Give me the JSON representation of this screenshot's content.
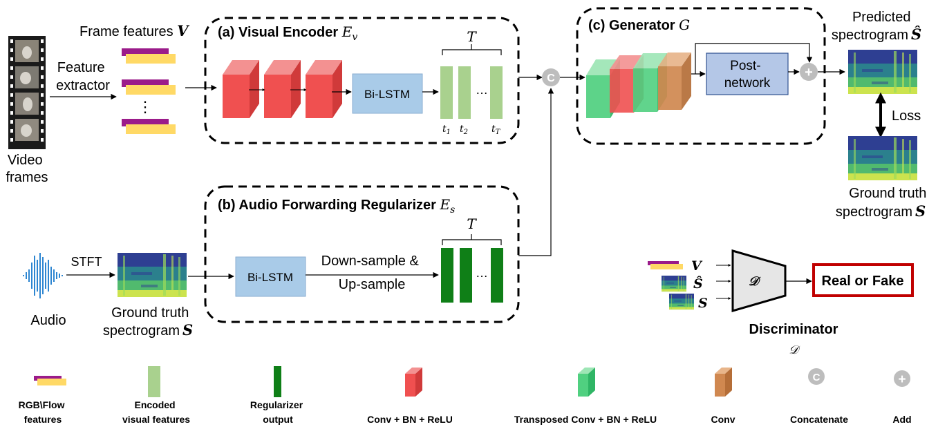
{
  "inputs": {
    "video_frames": [
      "Video",
      "frames"
    ],
    "feature_extractor": [
      "Feature",
      "extractor"
    ],
    "frame_features": "Frame features",
    "frame_features_sym": "V",
    "dots": "⋮",
    "audio": "Audio",
    "stft": "STFT",
    "gt_spec_left": [
      "Ground truth",
      "spectrogram"
    ],
    "gt_spec_left_sym": "S"
  },
  "visual_encoder": {
    "title": "(a) Visual Encoder",
    "sym": "E",
    "sub": "v",
    "bilstm": "Bi-LSTM",
    "T": "T",
    "ellipsis": "…",
    "ticks": [
      {
        "base": "t",
        "sub": "1"
      },
      {
        "base": "t",
        "sub": "2"
      },
      {
        "base": "t",
        "sub": "T"
      }
    ]
  },
  "regularizer": {
    "title": "(b) Audio Forwarding Regularizer",
    "sym": "E",
    "sub": "s",
    "bilstm": "Bi-LSTM",
    "resample": [
      "Down-sample &",
      "Up-sample"
    ],
    "T": "T",
    "ellipsis": "…"
  },
  "concat_symbol": "C",
  "generator": {
    "title": "(c) Generator",
    "sym": "G",
    "postnet": [
      "Post-",
      "network"
    ],
    "add_symbol": "+"
  },
  "outputs": {
    "predicted": [
      "Predicted",
      "spectrogram"
    ],
    "predicted_sym": "Ŝ",
    "loss": "Loss",
    "gt": [
      "Ground truth",
      "spectrogram"
    ],
    "gt_sym": "S"
  },
  "discriminator": {
    "inputs": [
      "V",
      "Ŝ",
      "S"
    ],
    "sym": "𝒟",
    "output": "Real or Fake",
    "label": "Discriminator",
    "label_sym": "𝒟"
  },
  "legend": [
    {
      "lines": [
        "RGB\\Flow",
        "features"
      ]
    },
    {
      "lines": [
        "Encoded",
        "visual features"
      ]
    },
    {
      "lines": [
        "Regularizer",
        "output"
      ]
    },
    {
      "lines": [
        "Conv + BN + ReLU"
      ]
    },
    {
      "lines": [
        "Transposed Conv + BN + ReLU"
      ]
    },
    {
      "lines": [
        "Conv"
      ]
    },
    {
      "lines": [
        "Concatenate"
      ]
    },
    {
      "lines": [
        "Add"
      ]
    }
  ],
  "colors": {
    "conv_bn_relu": "#f05050",
    "transposed_conv": "#50d080",
    "conv": "#d08850",
    "encoded_feature": "#a9d18e",
    "regularizer_output": "#0f7f17",
    "bilstm": "#a9cbe8",
    "postnet": "#b4c7e7",
    "rgb_top": "#9b1b8a",
    "rgb_bottom": "#ffd966",
    "circle": "#bdbdbd",
    "real_fake_border": "#c00000"
  }
}
